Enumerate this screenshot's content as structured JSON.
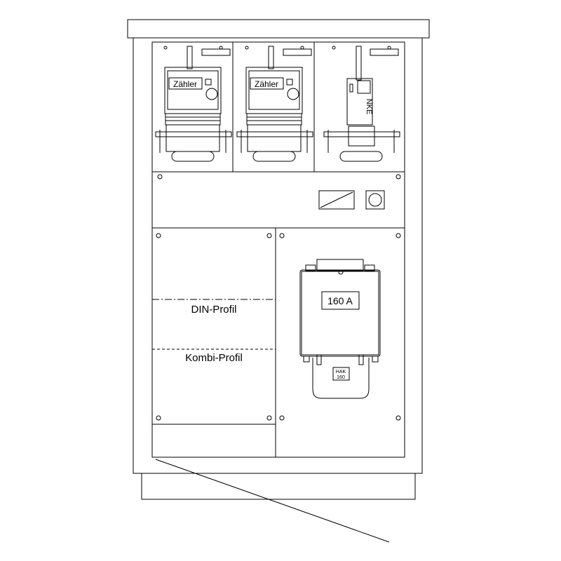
{
  "meters": [
    {
      "label": "Zähler"
    },
    {
      "label": "Zähler"
    }
  ],
  "nke": {
    "label": "NKE"
  },
  "profiles": {
    "din": "DIN-Profil",
    "kombi": "Kombi-Profil"
  },
  "hak": {
    "rating": "160 A",
    "tag_line1": "HAK",
    "tag_line2": "160"
  }
}
